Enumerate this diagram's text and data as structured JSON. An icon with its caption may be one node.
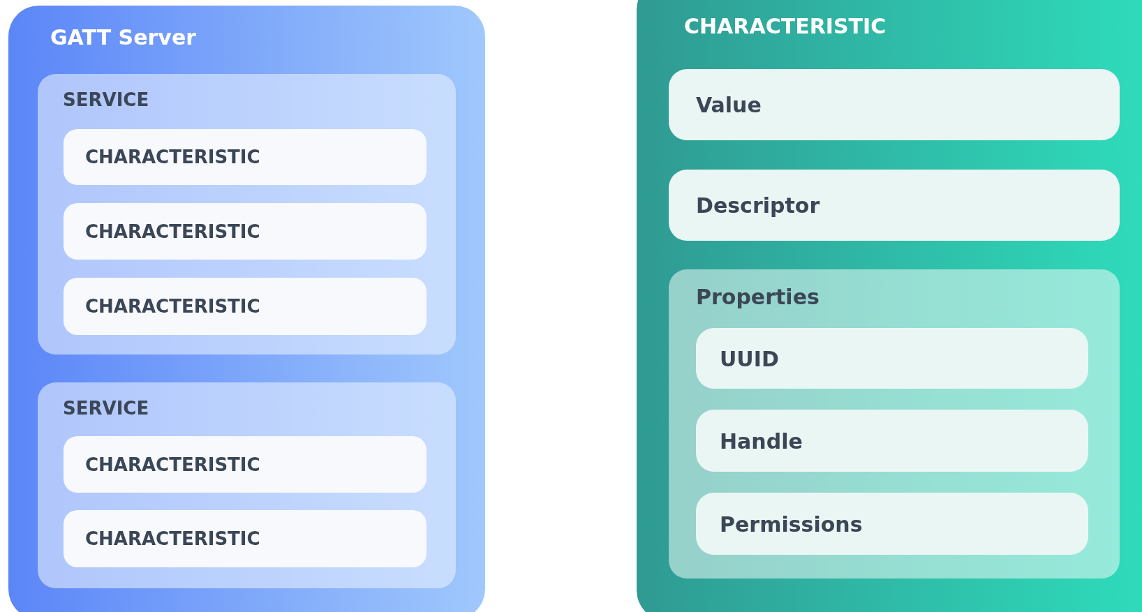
{
  "diagram": {
    "nodes": [
      {
        "text": [
          "GATT Server"
        ]
      },
      {
        "text": [
          "SERVICE"
        ],
        "in": 0
      },
      {
        "text": [
          "CHARACTERISTIC"
        ],
        "in": 1
      },
      {
        "text": [
          "CHARACTERISTIC"
        ],
        "in": 1
      },
      {
        "text": [
          "CHARACTERISTIC"
        ],
        "in": 1
      },
      {
        "text": [
          "SERVICE"
        ],
        "in": 0
      },
      {
        "text": [
          "CHARACTERISTIC"
        ],
        "in": 5
      },
      {
        "text": [
          "CHARACTERISTIC"
        ],
        "in": 5
      },
      {
        "text": [
          "CHARACTERISTIC"
        ]
      },
      {
        "text": [
          "Value"
        ],
        "in": 8
      },
      {
        "text": [
          "Descriptor"
        ],
        "in": 8
      },
      {
        "text": [
          "Properties"
        ],
        "in": 8
      },
      {
        "text": [
          "UUID"
        ],
        "in": 11
      },
      {
        "text": [
          "Handle"
        ],
        "in": 11
      },
      {
        "text": [
          "Permissions"
        ],
        "in": 11
      }
    ]
  }
}
